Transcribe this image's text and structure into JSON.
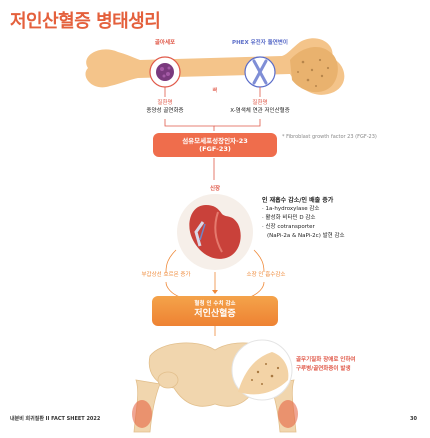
{
  "title": "저인산혈증 병태생리",
  "top": {
    "osteoblast": "골아세포",
    "phex": "PHEX 유전자 돌연변이",
    "bone": "뼈"
  },
  "left_disease": {
    "label": "질환명",
    "name": "종양성 골연화증"
  },
  "right_disease": {
    "label": "질환명",
    "name": "X-염색체 연관 저인산혈증"
  },
  "footnote": "* Fibroblast growth factor 23 (FGF-23)",
  "fgf_box": {
    "line1": "섬유모세포성장인자-23",
    "line2": "(FGF-23)"
  },
  "kidney_label": "신장",
  "effects": {
    "heading": "인 재흡수 감소/인 배출 증가",
    "items": [
      "1a-hydroxylase 감소",
      "활성화 비타민 D 감소",
      "신장 cotransporter",
      "(NaPi-2a & NaPi-2c) 발현 감소"
    ]
  },
  "left_branch": "부갑상선 호르몬 증가",
  "right_branch": "소장 인 흡수감소",
  "result_box": {
    "line1": "혈청 인 수치 감소",
    "line2": "저인산혈증"
  },
  "outcome": {
    "line1": "골무기질화 장애로 인하여",
    "line2": "구루병/골연화증이 발생"
  },
  "footer": {
    "left": "내분비 희귀질환 II FACT SHEET 2022",
    "page": "30"
  },
  "colors": {
    "title": "#e4603c",
    "red": "#e05a4a",
    "blue": "#5a6cc8",
    "orange_box": "#ee8233",
    "fgf_box": "#ef6d4c"
  }
}
